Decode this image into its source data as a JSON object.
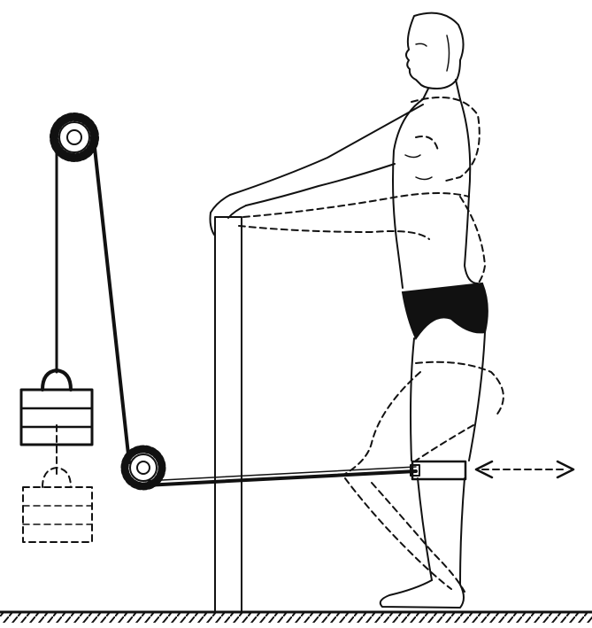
{
  "figure": {
    "ink_color": "#111111",
    "background_color": "#ffffff",
    "components": [
      "floor",
      "upper-pulley",
      "lower-pulley",
      "weight-stack",
      "support-post",
      "standing-person",
      "knee-strap",
      "motion-arrow"
    ]
  }
}
